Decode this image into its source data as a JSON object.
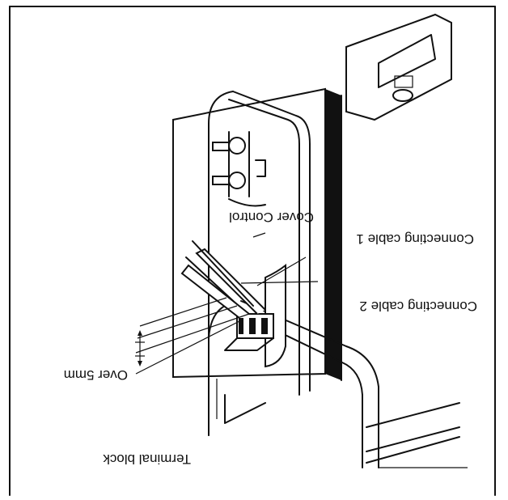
{
  "labels": {
    "connecting_cable_1": "Connecting cable 1",
    "connecting_cable_2": "Connecting cable 2",
    "over_5mm": "Over 5mm",
    "terminal_block": "Terminal block",
    "cover_control": "Cover Control"
  },
  "orientation": "upside-down"
}
